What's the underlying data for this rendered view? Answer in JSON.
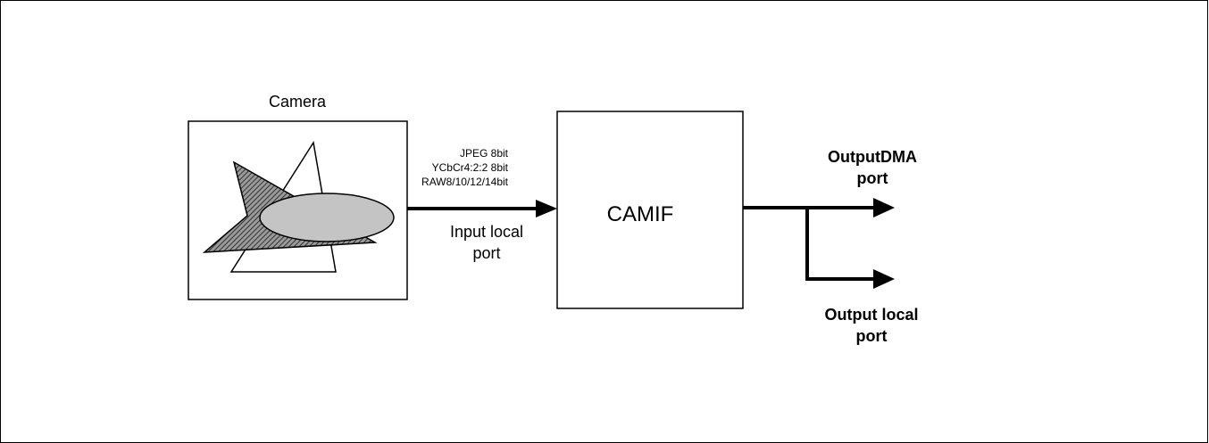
{
  "diagram": {
    "camera_label": "Camera",
    "formats": [
      "JPEG 8bit",
      "YCbCr4:2:2 8bit",
      "RAW8/10/12/14bit"
    ],
    "input_port": [
      "Input local",
      "port"
    ],
    "block_label": "CAMIF",
    "output_dma": [
      "OutputDMA",
      "port"
    ],
    "output_local": [
      "Output local",
      "port"
    ]
  }
}
